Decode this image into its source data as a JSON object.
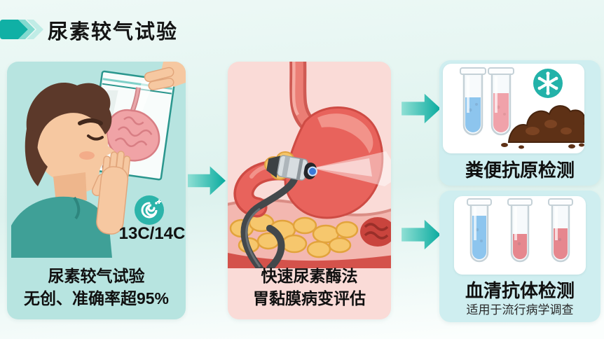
{
  "header": {
    "title": "尿素较气试验"
  },
  "panels": {
    "breath_test": {
      "caption_line1": "尿素较气试验",
      "caption_line2": "无创、准确率超95%",
      "isotope_badge": "13C/14C"
    },
    "endoscopy": {
      "caption_line1": "快速尿素酶法",
      "caption_line2": "胃黏膜病变评估"
    },
    "stool_antigen": {
      "caption": "粪便抗原检测"
    },
    "serum_antibody": {
      "caption": "血清抗体检测",
      "subcaption": "适用于流行病学调查"
    }
  },
  "icons": {
    "title_ribbon": "ribbon-arrow-icon",
    "flow_arrow": "flow-arrow-icon",
    "breath_swirl": "breath-swirl-icon",
    "snowflake": "snowflake-icon"
  },
  "colors": {
    "accent_teal": "#10b0a5",
    "panel_breath_bg": "#b7e4e0",
    "panel_endoscopy_bg": "#fadbd7",
    "panel_right_bg": "#cfeef0",
    "tube_blue": "#3f9ee5",
    "tube_red_light": "#f2606a",
    "tube_red_deep": "#e02f38",
    "text": "#141414"
  }
}
